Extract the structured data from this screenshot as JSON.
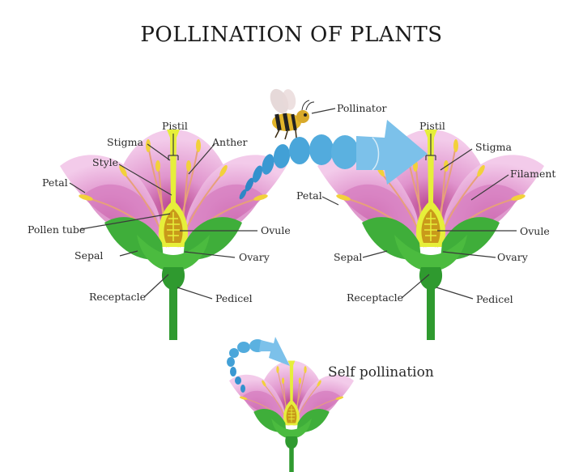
{
  "title": "POLLINATION OF PLANTS",
  "colors": {
    "petal": "#e9a6d8",
    "petal_dark": "#c9579f",
    "sepal": "#3fae3a",
    "stem": "#2f9a2f",
    "pistil": "#e6ef3a",
    "ovary": "#c99a1a",
    "anther": "#f2d13b",
    "filament": "#e7a07a",
    "arrow": "#4ea7dc",
    "arrow_light": "#7cc1ea"
  },
  "left_flower": {
    "labels": {
      "pistil": "Pistil",
      "stigma": "Stigma",
      "anther": "Anther",
      "style": "Style",
      "petal": "Petal",
      "pollen_tube": "Pollen tube",
      "ovule": "Ovule",
      "sepal": "Sepal",
      "ovary": "Ovary",
      "receptacle": "Receptacle",
      "pedicel": "Pedicel"
    }
  },
  "pollinator": {
    "label": "Pollinator"
  },
  "right_flower": {
    "labels": {
      "pistil": "Pistil",
      "stigma": "Stigma",
      "filament": "Filament",
      "petal": "Petal",
      "ovule": "Ovule",
      "sepal": "Sepal",
      "ovary": "Ovary",
      "receptacle": "Receptacle",
      "pedicel": "Pedicel"
    }
  },
  "bottom_flower": {
    "label": "Self pollination"
  }
}
